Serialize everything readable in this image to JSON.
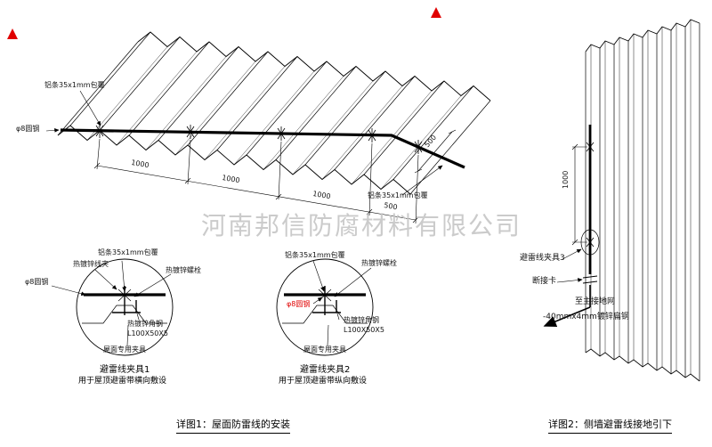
{
  "watermark": "河南邦信防腐材料有限公司",
  "colors": {
    "line": "#000000",
    "accent_red": "#e00000",
    "watermark": "#c6c6c6"
  },
  "roof_view": {
    "alu_label_top": "铝条35x1mm包覆",
    "alu_label_bottom": "铝条35x1mm包覆",
    "round_steel_label": "φ8圆钢",
    "dims_bottom": [
      "1000",
      "1000",
      "1000",
      "500"
    ],
    "dim_right": "500",
    "caption": "详图1：屋面防雷线的安装"
  },
  "detail_clamp1": {
    "title": "避雷线夹具1",
    "subtitle": "用于屋顶避雷带横向敷设",
    "labels": {
      "alu": "铝条35x1mm包覆",
      "wire_clip": "热镀锌线夹",
      "bolt": "热镀锌螺栓",
      "round_steel": "φ8圆钢",
      "angle_steel": "热镀锌角钢",
      "angle_spec": "L100X50X5",
      "roof_clamp": "屋面专用夹具"
    }
  },
  "detail_clamp2": {
    "title": "避雷线夹具2",
    "subtitle": "用于屋顶避雷带纵向敷设",
    "labels": {
      "alu": "铝条35x1mm包覆",
      "bolt": "热镀锌螺栓",
      "round_steel": "φ8圆钢",
      "angle_steel": "热镀锌角钢",
      "angle_spec": "L100X50X5",
      "roof_clamp": "屋面专用夹具"
    }
  },
  "wall_view": {
    "dim": "1000",
    "clamp_label": "避雷线夹具3",
    "disconnect_label": "断接卡",
    "ground_label": "至主接地网",
    "flat_steel_label": "-40mmx4mm镀锌扁钢",
    "caption": "详图2：侧墙避雷线接地引下"
  }
}
